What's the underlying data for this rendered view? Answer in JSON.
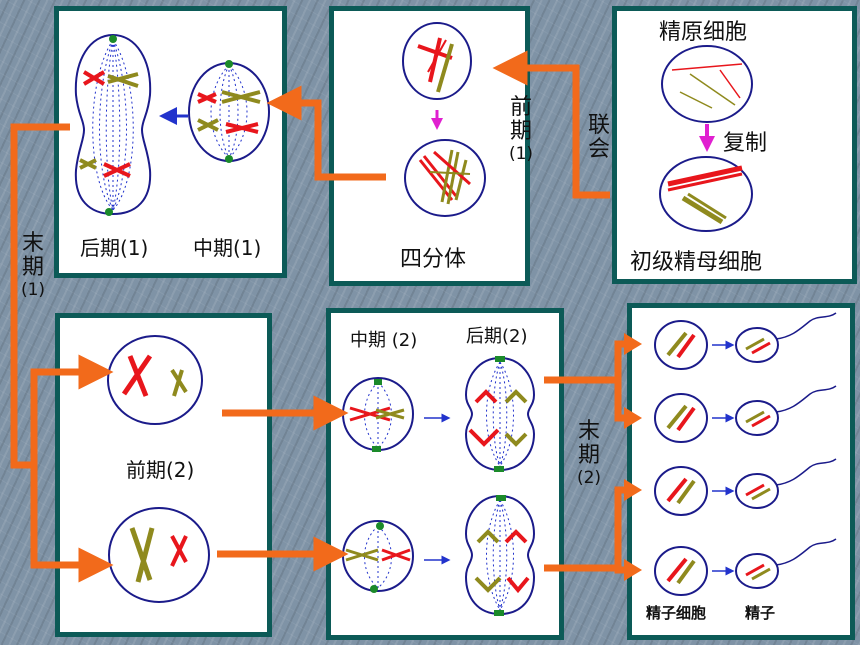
{
  "labels": {
    "spermatogonium": "精原细胞",
    "replication": "复制",
    "primary_spermatocyte": "初级精母细胞",
    "synapsis": "联会",
    "prophase1": [
      "前",
      "期",
      "(1)"
    ],
    "tetrad": "四分体",
    "anaphase1": "后期(1)",
    "metaphase1": "中期(1)",
    "telophase1": [
      "末",
      "期",
      "(1)"
    ],
    "prophase2": "前期(2)",
    "metaphase2": "中期 (2)",
    "anaphase2": "后期(2)",
    "telophase2": [
      "末",
      "期",
      "(2)"
    ],
    "spermatid": "精子细胞",
    "sperm": "精子"
  },
  "colors": {
    "panel_border": "#0c5a57",
    "arrow_orange": "#f26a1b",
    "arrow_blue": "#2233cc",
    "arrow_magenta": "#e020d0",
    "chromosome_red": "#e8161c",
    "chromosome_olive": "#8f8a1e",
    "cell_outline": "#1b1b8a",
    "centriole_green": "#1b8a2a"
  }
}
